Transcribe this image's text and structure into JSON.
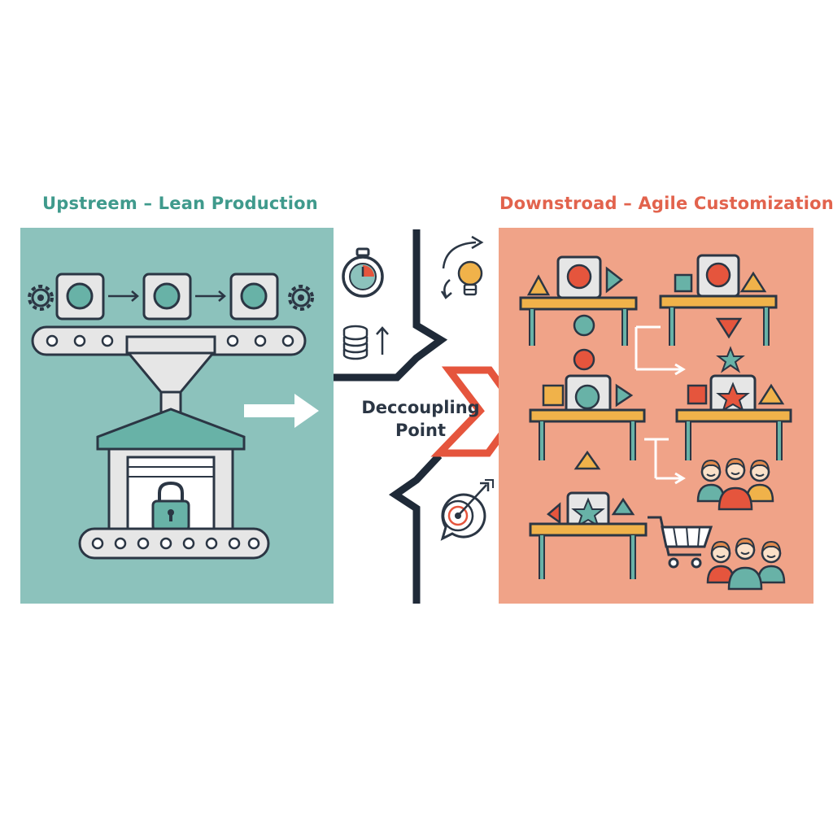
{
  "titles": {
    "upstream": "Upstreem – Lean Production",
    "downstream": "Downstroad – Agile Customization"
  },
  "center": {
    "line1": "Deccoupling",
    "line2": "Point"
  },
  "colors": {
    "teal_panel": "#8cc2bc",
    "salmon_panel": "#f0a388",
    "outline": "#2b3644",
    "teal_title": "#3f9a8c",
    "coral_title": "#e2634d",
    "coral_accent": "#e5553d",
    "teal_accent": "#68b2a7",
    "yellow_accent": "#f0b24a"
  }
}
